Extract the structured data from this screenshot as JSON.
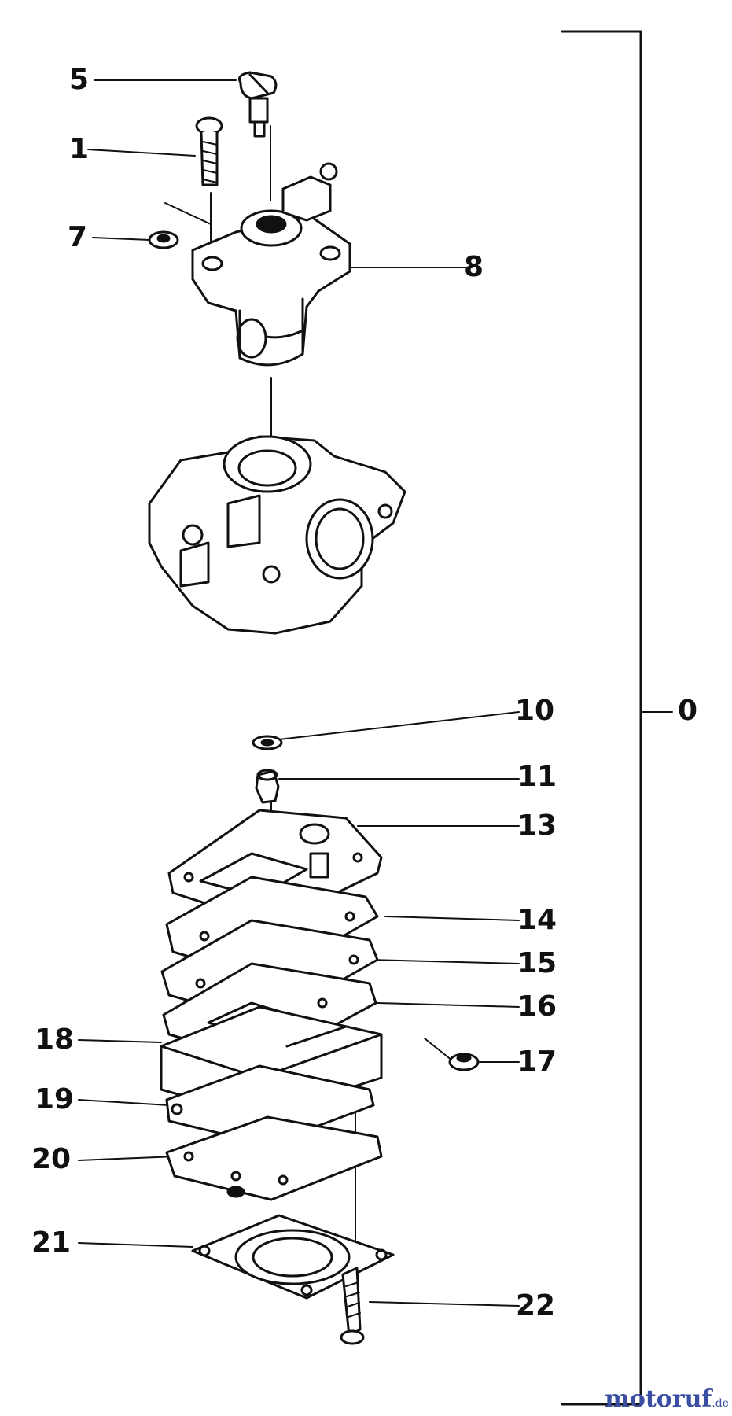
{
  "diagram": {
    "callouts": [
      {
        "id": "5",
        "label": "5"
      },
      {
        "id": "1",
        "label": "1"
      },
      {
        "id": "7",
        "label": "7"
      },
      {
        "id": "8",
        "label": "8"
      },
      {
        "id": "10",
        "label": "10"
      },
      {
        "id": "0",
        "label": "0"
      },
      {
        "id": "11",
        "label": "11"
      },
      {
        "id": "13",
        "label": "13"
      },
      {
        "id": "14",
        "label": "14"
      },
      {
        "id": "15",
        "label": "15"
      },
      {
        "id": "16",
        "label": "16"
      },
      {
        "id": "18",
        "label": "18"
      },
      {
        "id": "17",
        "label": "17"
      },
      {
        "id": "19",
        "label": "19"
      },
      {
        "id": "20",
        "label": "20"
      },
      {
        "id": "21",
        "label": "21"
      },
      {
        "id": "22",
        "label": "22"
      }
    ]
  },
  "watermark": {
    "name": "motoruf",
    "tld": ".de",
    "color": "#3a4fa3"
  }
}
